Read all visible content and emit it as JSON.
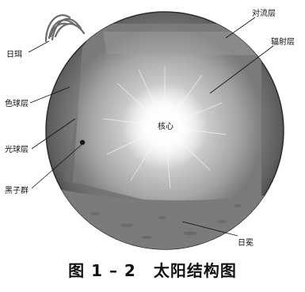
{
  "figure": {
    "labels": {
      "prominence": "日珥",
      "convection_zone": "对流层",
      "radiation_zone": "辐射层",
      "chromosphere": "色球层",
      "core": "核心",
      "photosphere": "光球层",
      "sunspot": "黑子群",
      "corona": "日冕"
    },
    "caption": {
      "number": "图 1 – 2",
      "title": "太阳结构图"
    }
  }
}
